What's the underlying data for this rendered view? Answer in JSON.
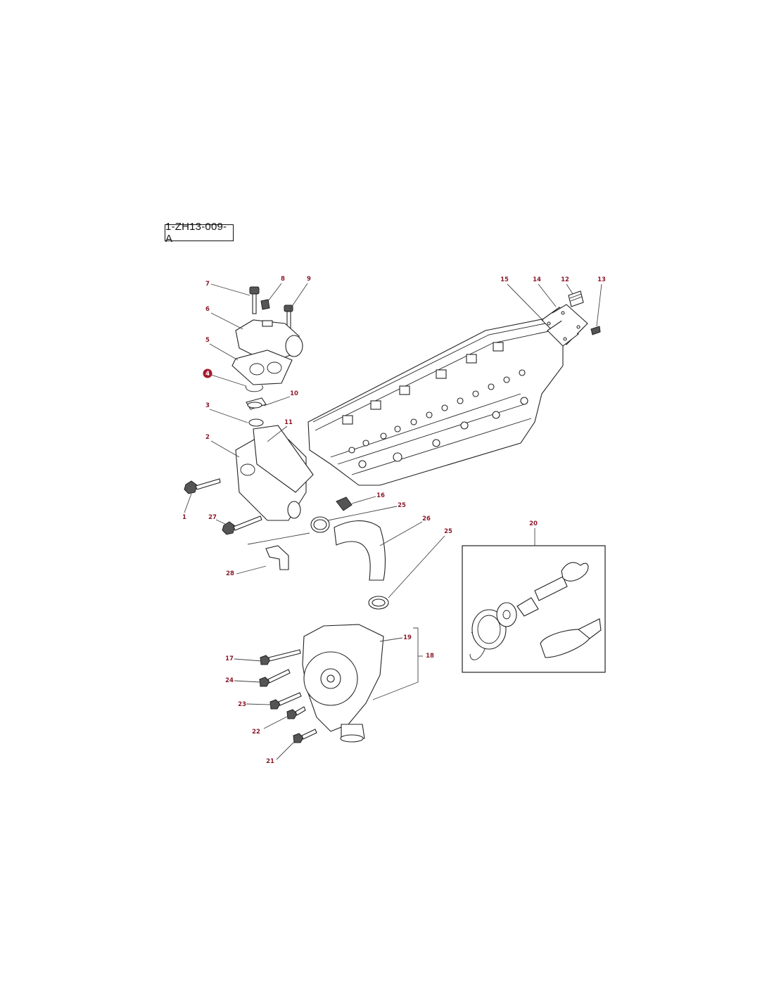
{
  "reference_code": "1-ZH13-009-A",
  "highlight_color": "#a3192e",
  "label_color": "#8b1a2b",
  "callouts": [
    {
      "id": "c1",
      "number": "1"
    },
    {
      "id": "c2",
      "number": "2"
    },
    {
      "id": "c3",
      "number": "3"
    },
    {
      "id": "c4",
      "number": "4",
      "highlighted": true
    },
    {
      "id": "c5",
      "number": "5"
    },
    {
      "id": "c6",
      "number": "6"
    },
    {
      "id": "c7",
      "number": "7"
    },
    {
      "id": "c8",
      "number": "8"
    },
    {
      "id": "c9",
      "number": "9"
    },
    {
      "id": "c10",
      "number": "10"
    },
    {
      "id": "c11",
      "number": "11"
    },
    {
      "id": "c12",
      "number": "12"
    },
    {
      "id": "c13",
      "number": "13"
    },
    {
      "id": "c14",
      "number": "14"
    },
    {
      "id": "c15",
      "number": "15"
    },
    {
      "id": "c16",
      "number": "16"
    },
    {
      "id": "c17",
      "number": "17"
    },
    {
      "id": "c18",
      "number": "18"
    },
    {
      "id": "c19",
      "number": "19"
    },
    {
      "id": "c20",
      "number": "20"
    },
    {
      "id": "c21",
      "number": "21"
    },
    {
      "id": "c22",
      "number": "22"
    },
    {
      "id": "c23",
      "number": "23"
    },
    {
      "id": "c24",
      "number": "24"
    },
    {
      "id": "c25a",
      "number": "25"
    },
    {
      "id": "c25b",
      "number": "25"
    },
    {
      "id": "c26",
      "number": "26"
    },
    {
      "id": "c27",
      "number": "27"
    },
    {
      "id": "c28",
      "number": "28"
    }
  ]
}
